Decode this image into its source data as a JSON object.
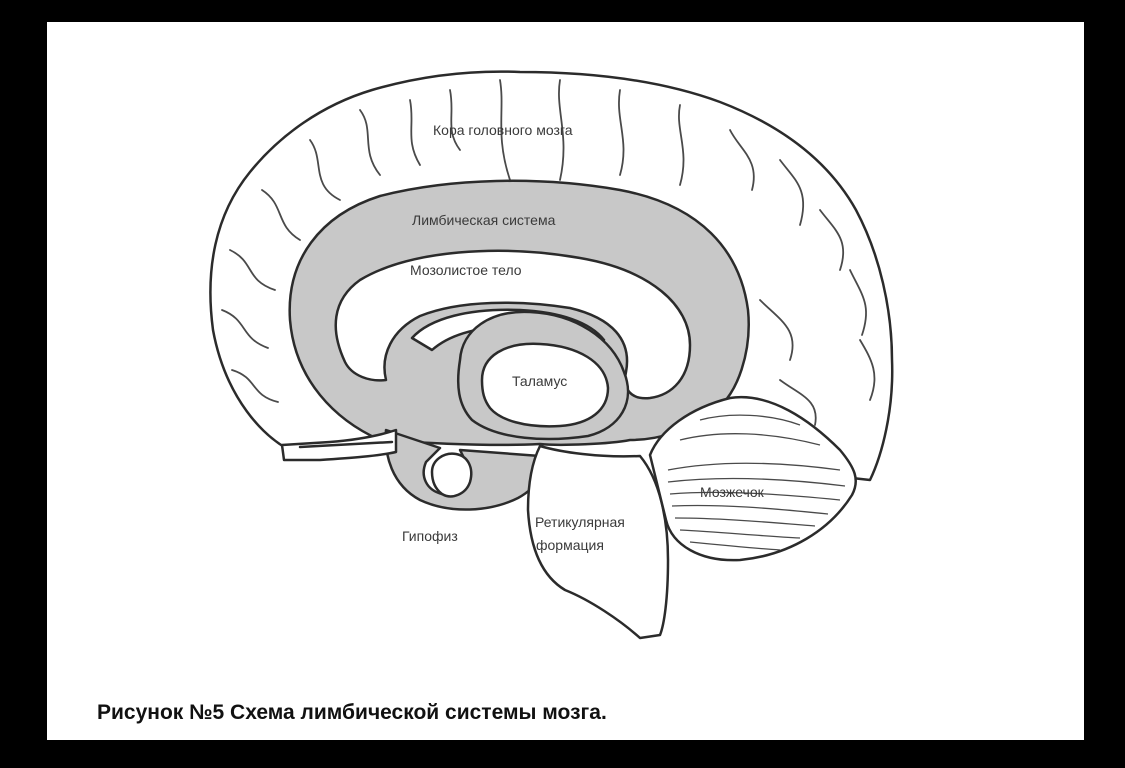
{
  "labels": {
    "cortex": "Кора головного мозга",
    "limbic": "Лимбическая система",
    "corpus_callosum": "Мозолистое тело",
    "thalamus": "Таламус",
    "cerebellum": "Мозжечок",
    "pituitary": "Гипофиз",
    "reticular_line1": "Ретикулярная",
    "reticular_line2": "формация"
  },
  "caption": "Рисунок №5 Схема лимбической системы мозга.",
  "colors": {
    "background": "#000000",
    "paper": "#ffffff",
    "outline": "#2b2b2b",
    "limbic_fill": "#c8c8c8",
    "label_text": "#3a3a3a"
  }
}
